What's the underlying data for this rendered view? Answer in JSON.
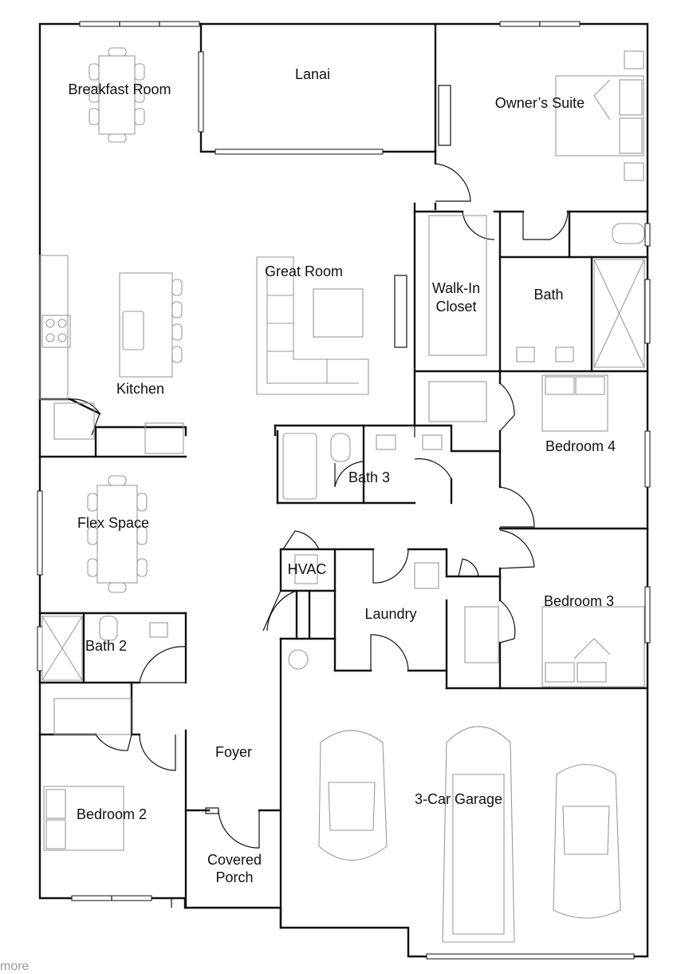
{
  "rooms": {
    "breakfast_room": "Breakfast Room",
    "lanai": "Lanai",
    "owners_suite": "Owner’s Suite",
    "great_room": "Great Room",
    "walk_in_closet_line1": "Walk-In",
    "walk_in_closet_line2": "Closet",
    "bath": "Bath",
    "kitchen": "Kitchen",
    "bedroom_4": "Bedroom 4",
    "bath_3": "Bath 3",
    "flex_space": "Flex Space",
    "hvac": "HVAC",
    "laundry": "Laundry",
    "bedroom_3": "Bedroom 3",
    "bath_2": "Bath 2",
    "foyer": "Foyer",
    "three_car_garage": "3-Car Garage",
    "bedroom_2": "Bedroom 2",
    "covered_porch_line1": "Covered",
    "covered_porch_line2": "Porch"
  },
  "footer_fragment": "more"
}
